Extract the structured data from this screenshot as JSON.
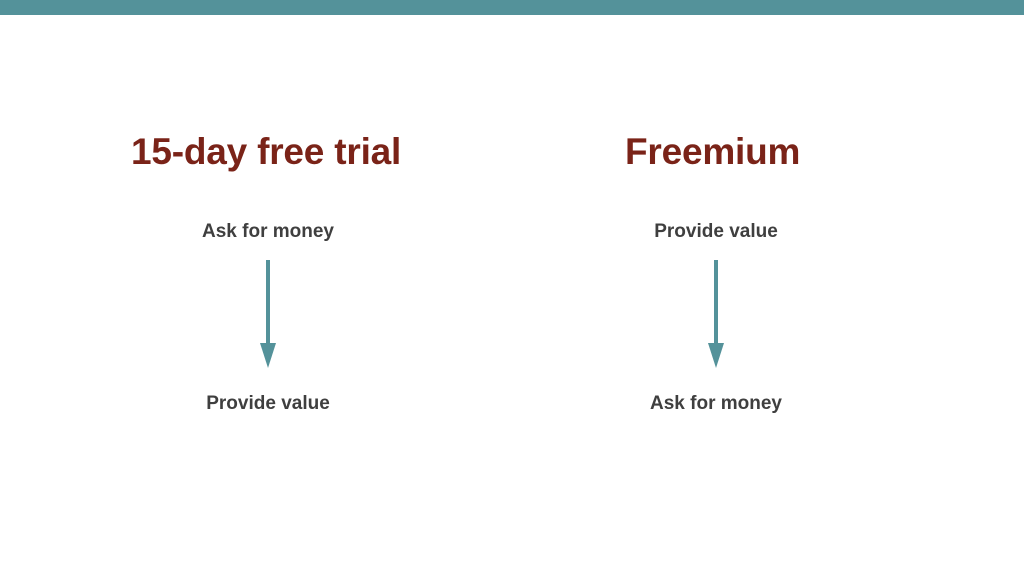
{
  "slide": {
    "background_color": "#ffffff",
    "accent_bar_color": "#54929a",
    "heading_color": "#7a2318",
    "label_color": "#3f3f3f",
    "arrow_color": "#54929a"
  },
  "columns": [
    {
      "heading": "15-day free trial",
      "top_label": "Ask for money",
      "bottom_label": "Provide value",
      "arrow_icon": "arrow-down-icon"
    },
    {
      "heading": "Freemium",
      "top_label": "Provide value",
      "bottom_label": "Ask for money",
      "arrow_icon": "arrow-down-icon"
    }
  ]
}
